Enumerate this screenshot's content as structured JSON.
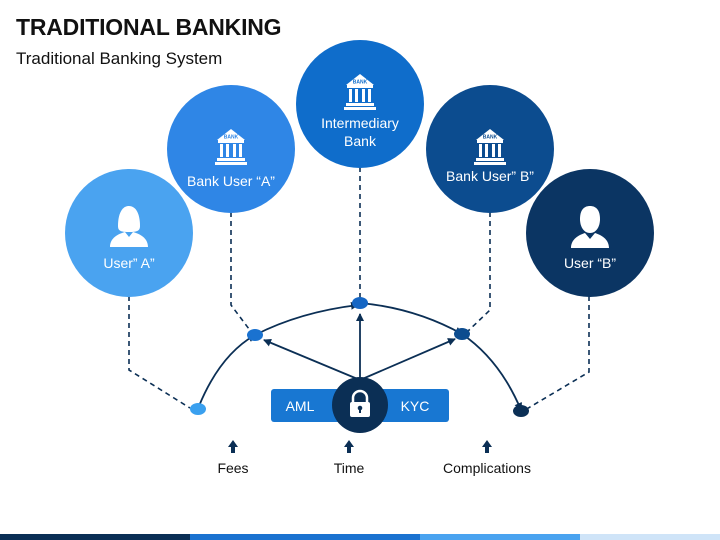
{
  "header": {
    "title": "TRADITIONAL BANKING",
    "subtitle": "Traditional Banking System"
  },
  "nodes": [
    {
      "id": "user-a",
      "label": "User” A”",
      "icon": "user-female-icon",
      "color": "#4aa3f0"
    },
    {
      "id": "bank-user-a",
      "label": "Bank User “A”",
      "icon": "bank-icon",
      "icon_text": "BANK",
      "color": "#2f86e6"
    },
    {
      "id": "intermediary-bank",
      "label_lines": [
        "Intermediary",
        "Bank"
      ],
      "icon": "bank-icon",
      "icon_text": "BANK",
      "color": "#0f6dcb"
    },
    {
      "id": "bank-user-b",
      "label": "Bank User” B”",
      "icon": "bank-icon",
      "icon_text": "BANK",
      "color": "#0c4c8f"
    },
    {
      "id": "user-b",
      "label": "User “B”",
      "icon": "user-male-icon",
      "color": "#0b3563"
    }
  ],
  "center": {
    "left_label": "AML",
    "right_label": "KYC",
    "icon": "lock-icon",
    "pill_color": "#1877d2",
    "circle_color": "#0b2f55"
  },
  "factors": [
    {
      "label": "Fees",
      "icon": "arrow-up-icon"
    },
    {
      "label": "Time",
      "icon": "arrow-up-icon"
    },
    {
      "label": "Complications",
      "icon": "arrow-up-icon"
    }
  ],
  "colors": {
    "arc": "#0b2f55",
    "dot_light": "#3aa0ef",
    "dot_mid": "#1a72d0",
    "dot_dark": "#0b2f55",
    "bottom_bar": [
      "#0b2f55",
      "#1a72d0",
      "#4aa3f0",
      "#cfe4f8"
    ]
  }
}
